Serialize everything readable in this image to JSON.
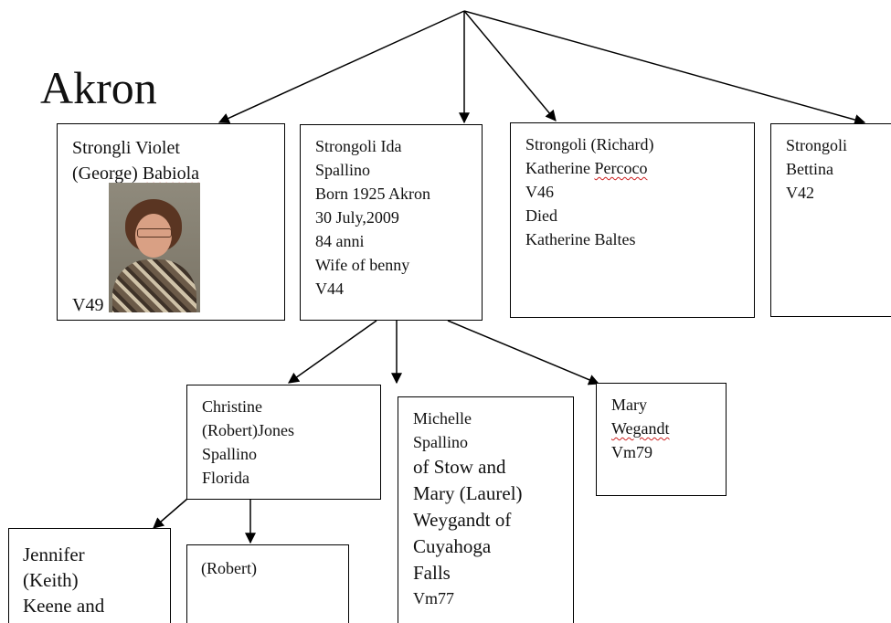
{
  "title": "Akron",
  "nodes": {
    "violet": {
      "lines": [
        "Strongli Violet",
        "(George) Babiola"
      ],
      "code": "V49"
    },
    "ida": {
      "lines": [
        "Strongoli Ida",
        "Spallino",
        "Born 1925 Akron",
        "30 July,2009",
        "84 anni",
        "Wife of benny",
        "V44"
      ]
    },
    "katherine": {
      "lines": [
        "Strongoli (Richard)",
        "Katherine Percoco",
        "V46",
        "Died",
        "Katherine Baltes"
      ]
    },
    "bettina": {
      "lines": [
        "Strongoli",
        "Bettina",
        "V42"
      ]
    },
    "christine": {
      "lines": [
        "Christine",
        "(Robert)Jones",
        "Spallino",
        "Florida"
      ]
    },
    "michelle": {
      "lines": [
        "Michelle",
        "Spallino"
      ],
      "lines_large": [
        "of Stow and",
        "Mary (Laurel)",
        "Weygandt of",
        "Cuyahoga",
        "Falls"
      ],
      "code": "Vm77"
    },
    "mary": {
      "lines": [
        "Mary",
        "Wegandt",
        "Vm79"
      ]
    },
    "jennifer": {
      "lines": [
        "Jennifer",
        "(Keith)",
        "Keene and"
      ]
    },
    "robert": {
      "lines": [
        "(Robert)"
      ]
    }
  }
}
